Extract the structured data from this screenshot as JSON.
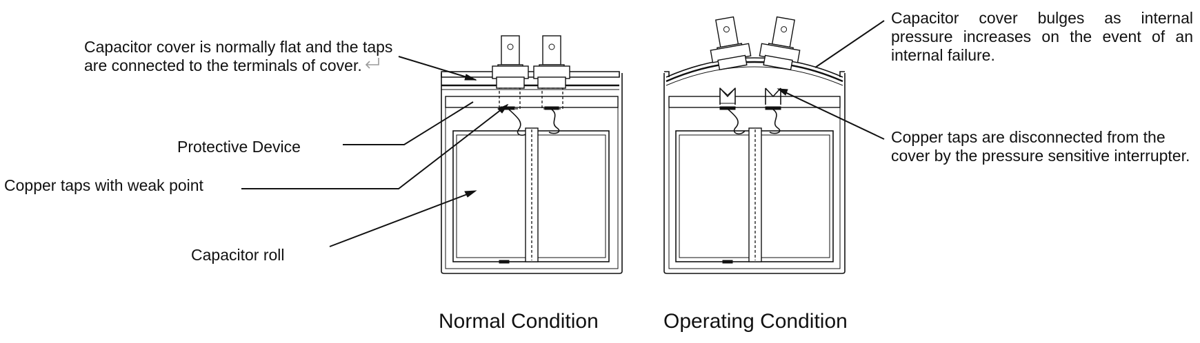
{
  "labels": {
    "cover_flat": "Capacitor cover is normally flat and the taps are connected to the terminals of cover.",
    "protective_device": "Protective Device",
    "copper_taps_weak": "Copper taps with weak point",
    "capacitor_roll": "Capacitor roll",
    "cover_bulges": "Capacitor cover bulges as internal pressure increases on the event of an internal failure.",
    "taps_disconnected": "Copper taps are disconnected from the cover by the pressure sensitive interrupter."
  },
  "captions": {
    "normal": "Normal Condition",
    "operating": "Operating Condition"
  },
  "icons": {
    "return_mark": "return-arrow-icon"
  }
}
